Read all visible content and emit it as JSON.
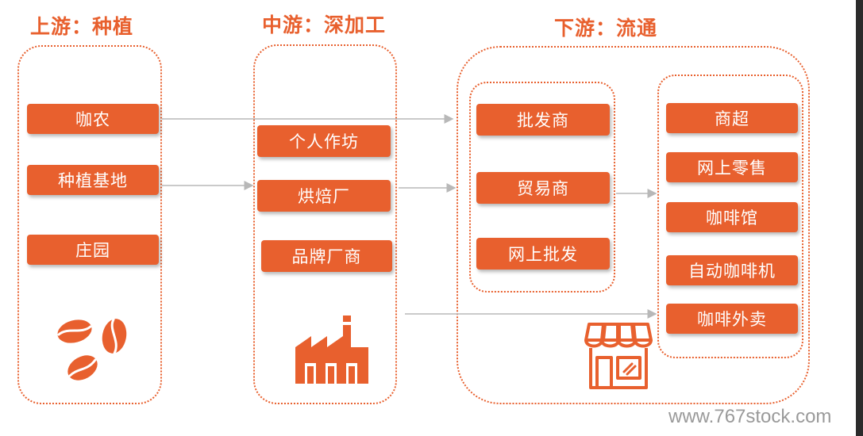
{
  "sections": {
    "upstream": {
      "title": "上游：种植",
      "items": [
        "咖农",
        "种植基地",
        "庄园"
      ],
      "icon": "coffee-beans-icon"
    },
    "midstream": {
      "title": "中游：深加工",
      "items": [
        "个人作坊",
        "烘焙厂",
        "品牌厂商"
      ],
      "icon": "factory-icon"
    },
    "downstream": {
      "title": "下游：流通",
      "wholesale": [
        "批发商",
        "贸易商",
        "网上批发"
      ],
      "retail": [
        "商超",
        "网上零售",
        "咖啡馆",
        "自动咖啡机",
        "咖啡外卖"
      ],
      "icon": "storefront-icon"
    }
  },
  "watermark": "www.767stock.com",
  "colors": {
    "accent": "#e8602e",
    "arrow": "#b8b8b8"
  }
}
